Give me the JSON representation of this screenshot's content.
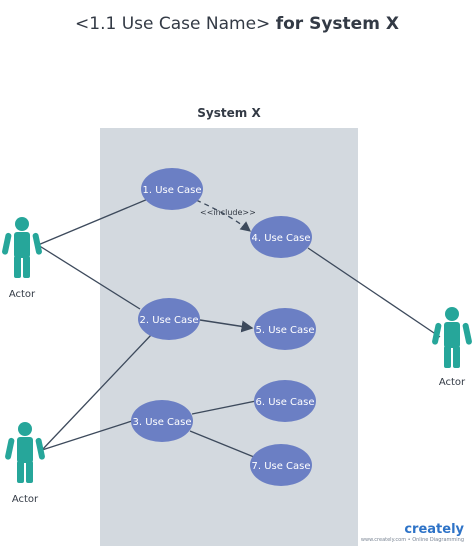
{
  "title": {
    "regular": "<1.1 Use Case Name>",
    "bold": "for System X"
  },
  "system": {
    "name": "System X"
  },
  "use_cases": [
    {
      "id": "uc1",
      "label": "1. Use Case"
    },
    {
      "id": "uc2",
      "label": "2. Use Case"
    },
    {
      "id": "uc3",
      "label": "3. Use Case"
    },
    {
      "id": "uc4",
      "label": "4. Use Case"
    },
    {
      "id": "uc5",
      "label": "5. Use Case"
    },
    {
      "id": "uc6",
      "label": "6. Use Case"
    },
    {
      "id": "uc7",
      "label": "7. Use Case"
    }
  ],
  "actors": [
    {
      "id": "actor1",
      "label": "Actor"
    },
    {
      "id": "actor2",
      "label": "Actor"
    },
    {
      "id": "actor3",
      "label": "Actor"
    }
  ],
  "relations": {
    "include_label": "<<include>>"
  },
  "brand": {
    "name": "creately",
    "tagline": "www.creately.com • Online Diagramming"
  },
  "colors": {
    "use_case_fill": "#6b7fc4",
    "actor_fill": "#26a69a",
    "boundary_fill": "#d3d9df",
    "line": "#3d4a5c"
  }
}
